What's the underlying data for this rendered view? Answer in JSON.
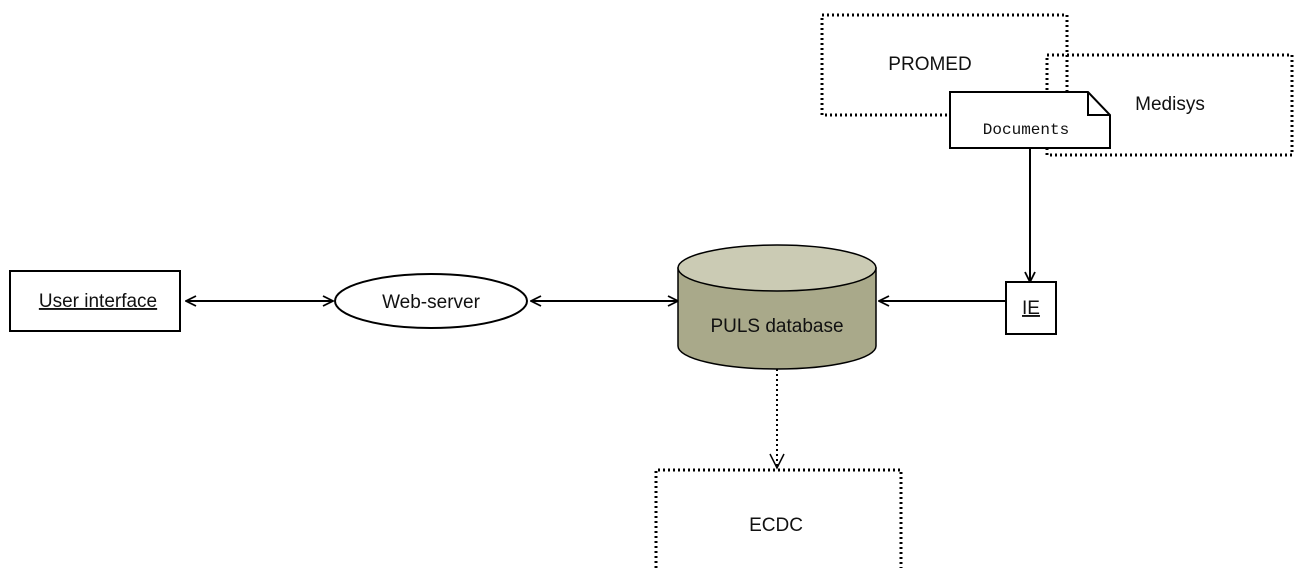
{
  "nodes": {
    "promed": "PROMED",
    "medisys": "Medisys",
    "documents": "Documents",
    "user_interface": "User interface",
    "web_server": "Web-server",
    "puls_database": "PULS database",
    "ie": "IE",
    "ecdc": "ECDC"
  },
  "colors": {
    "database_fill": "#a9a98a",
    "database_top": "#cbcbb4",
    "stroke": "#000000"
  }
}
